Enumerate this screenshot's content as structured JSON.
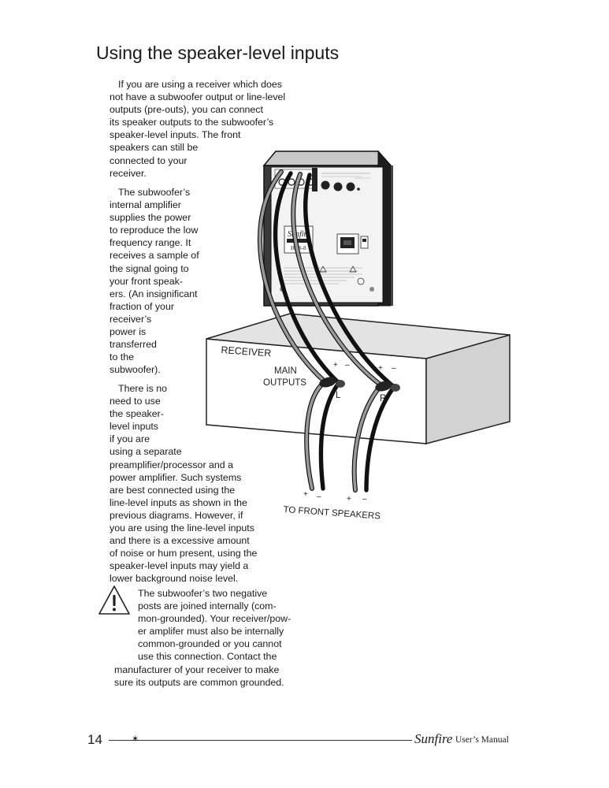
{
  "page": {
    "title": "Using the speaker-level inputs",
    "paragraphs": [
      [
        "If you are using a receiver which does",
        "not have a subwoofer output or line-level",
        "outputs (pre-outs), you can connect",
        "its speaker outputs to the subwoofer’s",
        "speaker-level inputs. The front",
        "speakers can still be",
        "connected to your",
        "receiver."
      ],
      [
        "The subwoofer’s",
        "internal amplifier",
        "supplies the power",
        "to reproduce the low",
        "frequency range. It",
        "receives a sample of",
        "the signal going to",
        "your front speak-",
        "ers. (An insignificant",
        "fraction of your",
        "receiver’s",
        "power is",
        "transferred",
        "to the",
        "subwoofer)."
      ],
      [
        "There is no",
        "need to use",
        "the speaker-",
        "level inputs",
        "if you are",
        "using a separate",
        "preamplifier/processor and a",
        "power amplifier. Such systems",
        "are best connected using the",
        "line-level inputs as shown in the",
        "previous diagrams. However, if",
        "you are using the line-level inputs",
        "and there is a excessive amount",
        "of noise or hum present, using the",
        "speaker-level inputs may yield a",
        "lower background noise level."
      ]
    ],
    "warning": [
      "The subwoofer’s two negative",
      "posts are joined internally (com-",
      "mon-grounded). Your receiver/pow-",
      "er amplifer must also be internally",
      "common-grounded or you cannot",
      "use this connection. Contact the",
      "manufacturer of your receiver to make",
      "sure its outputs are common grounded."
    ],
    "warning_icon": "warning-triangle-icon"
  },
  "diagram": {
    "receiver_label": "RECEIVER",
    "main_label": "MAIN",
    "outputs_label": "OUTPUTS",
    "left_label": "L",
    "right_label": "R",
    "plus": "+",
    "minus": "–",
    "to_front": "TO FRONT SPEAKERS",
    "sub_brand": "Sunfire",
    "sub_model": "HRS-8"
  },
  "footer": {
    "page_number": "14",
    "star": "✶",
    "brand": "Sunfire",
    "manual": "User’s Manual"
  }
}
